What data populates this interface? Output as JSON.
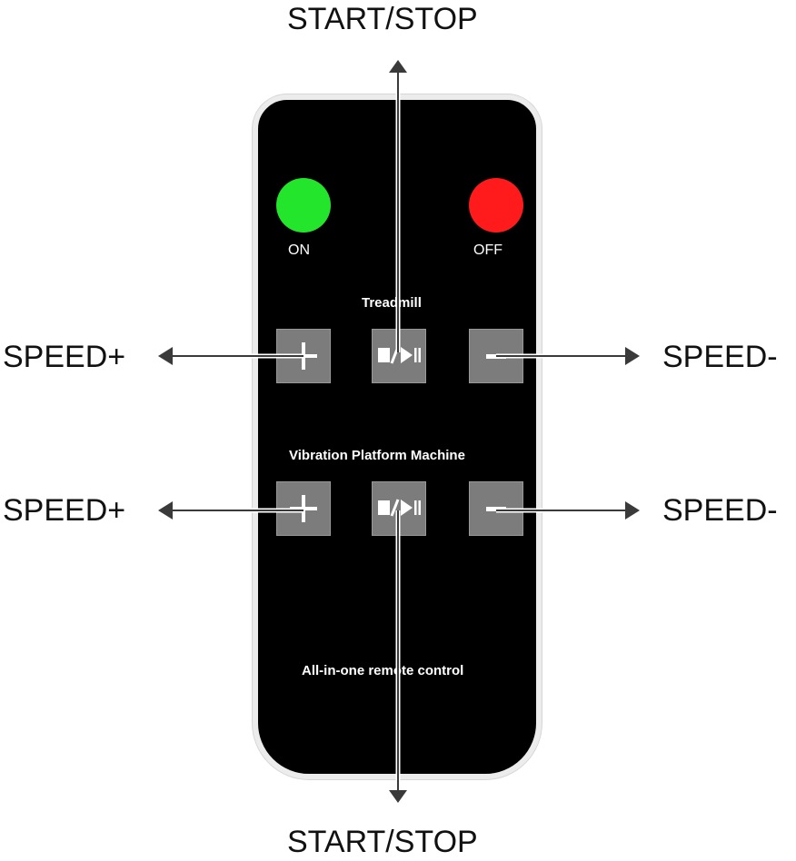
{
  "labels": {
    "top": "START/STOP",
    "bottom": "START/STOP",
    "treadmill_speed_up": "SPEED+",
    "treadmill_speed_down": "SPEED-",
    "vibration_speed_up": "SPEED+",
    "vibration_speed_down": "SPEED-"
  },
  "remote": {
    "on_label": "ON",
    "off_label": "OFF",
    "treadmill_section": "Treadmill",
    "vibration_section": "Vibration Platform Machine",
    "footer": "All-in-one remote control",
    "on_color": "#23e52c",
    "off_color": "#ff1b1b",
    "key_color": "#7c7c7c",
    "icons": {
      "plus": "plus-icon",
      "play_stop": "stop-play-pause-icon",
      "minus": "minus-icon"
    }
  }
}
